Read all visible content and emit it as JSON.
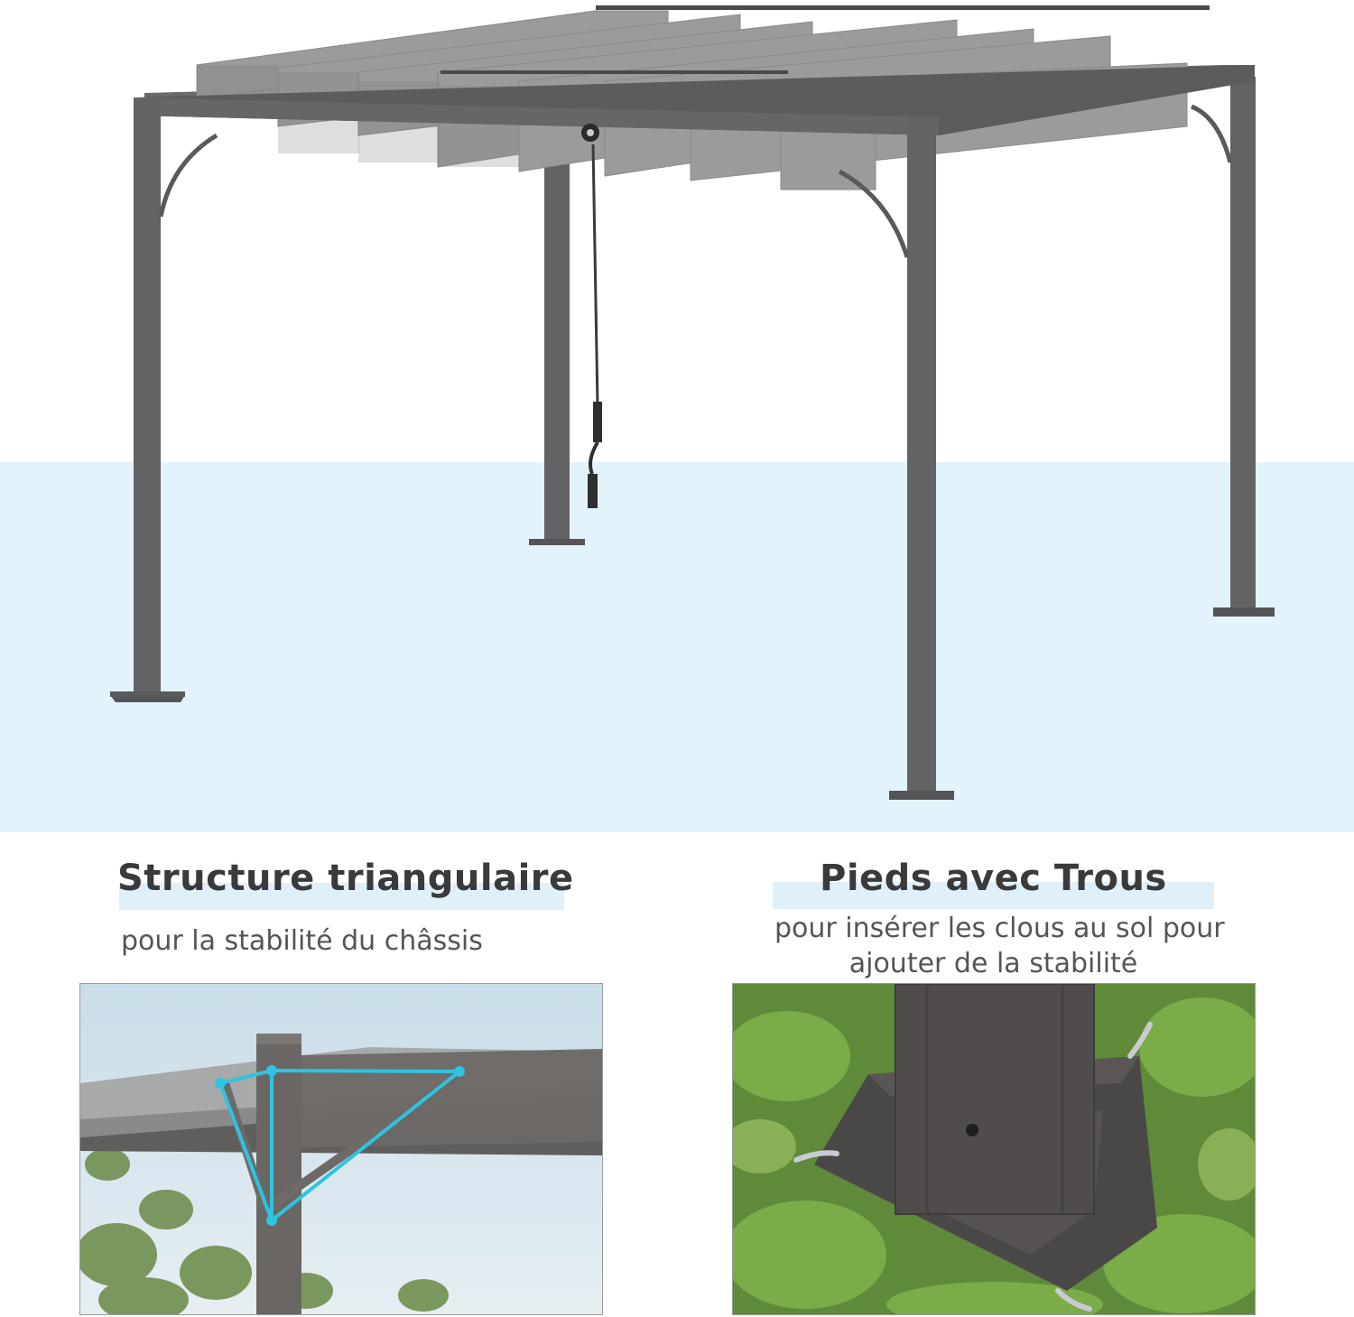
{
  "features": [
    {
      "title": "Structure triangulaire",
      "subtitle": "pour la stabilité du châssis",
      "photo_icon": "triangle-brace-photo"
    },
    {
      "title": "Pieds avec Trous",
      "subtitle_line1": "pour insérer les clous au sol pour",
      "subtitle_line2": "ajouter de la stabilité",
      "photo_icon": "foot-plate-photo"
    }
  ],
  "colors": {
    "highlight": "#dff0fb",
    "frame": "#5a5a5c",
    "canopy": "#9a9a9c",
    "accent": "#2ec4e0"
  }
}
